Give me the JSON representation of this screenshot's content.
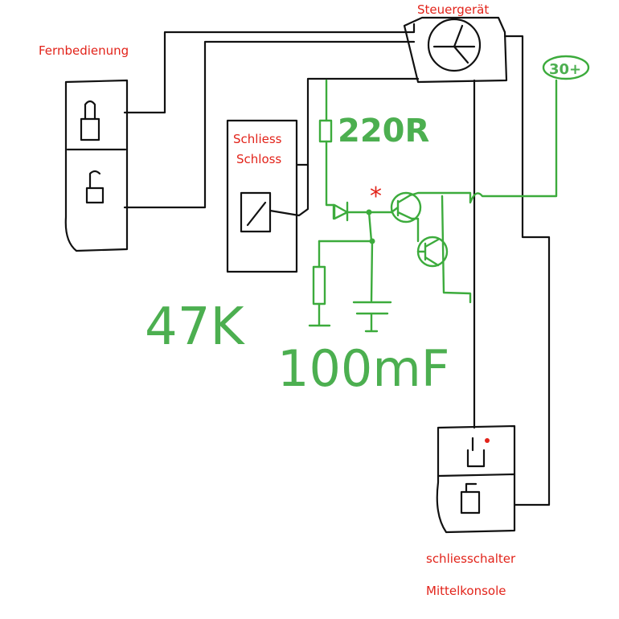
{
  "labels": {
    "steuergeraet": "Steuergerät",
    "fernbedienung": "Fernbedienung",
    "schliess_schloss_line1": "Schliess",
    "schliess_schloss_line2": "Schloss",
    "battery": "30+",
    "resistor_top": "220R",
    "resistor_left": "47K",
    "capacitor": "100mF",
    "marker": "*",
    "switch_line1": "schliesschalter",
    "switch_line2": "Mittelkonsole"
  },
  "colors": {
    "wire_black": "#111111",
    "wire_green": "#3cab3c",
    "label_red": "#e2231a",
    "label_green": "#4caf50"
  },
  "icons": [
    "lock-closed-icon",
    "lock-open-icon",
    "transistor-icon",
    "diode-icon",
    "relay-coil-icon",
    "resistor-icon",
    "capacitor-icon"
  ]
}
